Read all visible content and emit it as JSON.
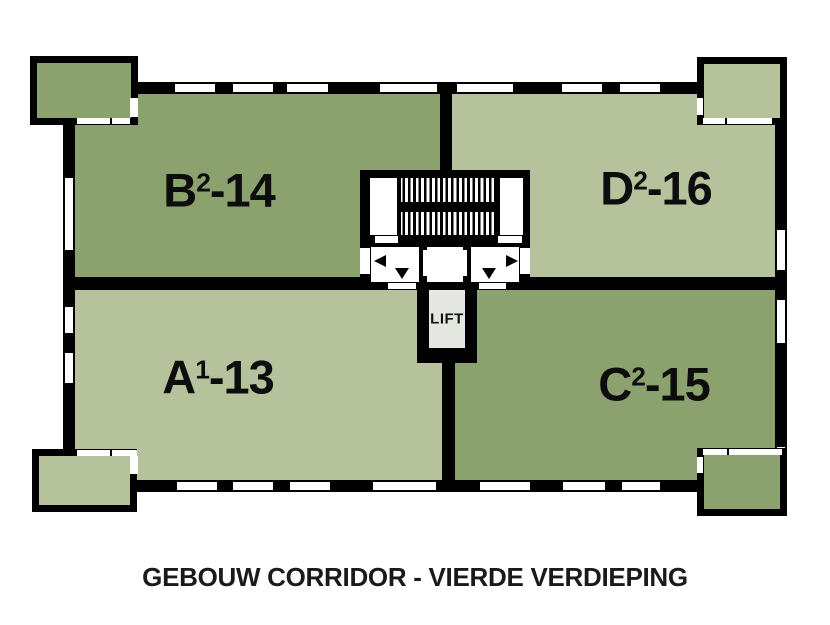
{
  "plan": {
    "caption": "GEBOUW CORRIDOR - VIERDE VERDIEPING",
    "lift_label": "LIFT",
    "rooms": [
      {
        "name": "B2-14",
        "letter": "B",
        "sup": "2",
        "suffix": "-14",
        "position": "top-left",
        "color": "#8ca26e"
      },
      {
        "name": "D2-16",
        "letter": "D",
        "sup": "2",
        "suffix": "-16",
        "position": "top-right",
        "color": "#b6c29c"
      },
      {
        "name": "A1-13",
        "letter": "A",
        "sup": "1",
        "suffix": "-13",
        "position": "bottom-left",
        "color": "#b6c29c"
      },
      {
        "name": "C2-15",
        "letter": "C",
        "sup": "2",
        "suffix": "-15",
        "position": "bottom-right",
        "color": "#8ca26e"
      }
    ],
    "colors": {
      "wall": "#000000",
      "room_dark": "#8ca26e",
      "room_light": "#b6c29c",
      "lift_shaft_fill": "#e5e7e1",
      "background": "#ffffff",
      "text": "#111111"
    },
    "icons": {
      "elevator_door_left": "left-triangle",
      "elevator_door_right": "right-triangle",
      "elevator_down_left": "down-triangle",
      "elevator_down_right": "down-triangle"
    }
  }
}
